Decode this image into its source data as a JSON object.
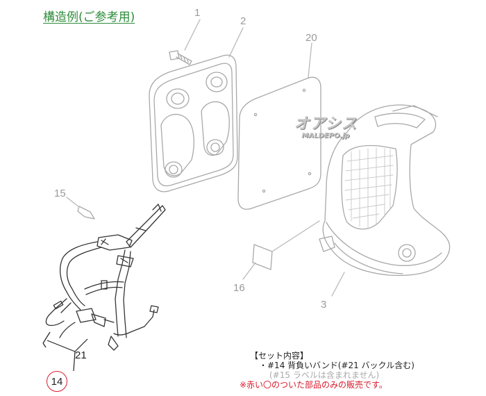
{
  "title": "構造例(ご参考用)",
  "part_labels": {
    "p1": "1",
    "p2": "2",
    "p3": "3",
    "p14": "14",
    "p15": "15",
    "p16": "16",
    "p20": "20",
    "p21": "21"
  },
  "watermark": {
    "main": "オアシス",
    "sub": "MALDEPO.jp"
  },
  "notes": {
    "heading": "【セット内容】",
    "item": "・#14 背負いバンド(#21 バックル含む)",
    "sub": "(#15 ラベルは含まれません)",
    "warning": "※赤い〇のついた部品のみの販売です。"
  },
  "colors": {
    "title": "#2e8b3a",
    "highlight": "#d7192a",
    "faded_part": "#999999"
  }
}
